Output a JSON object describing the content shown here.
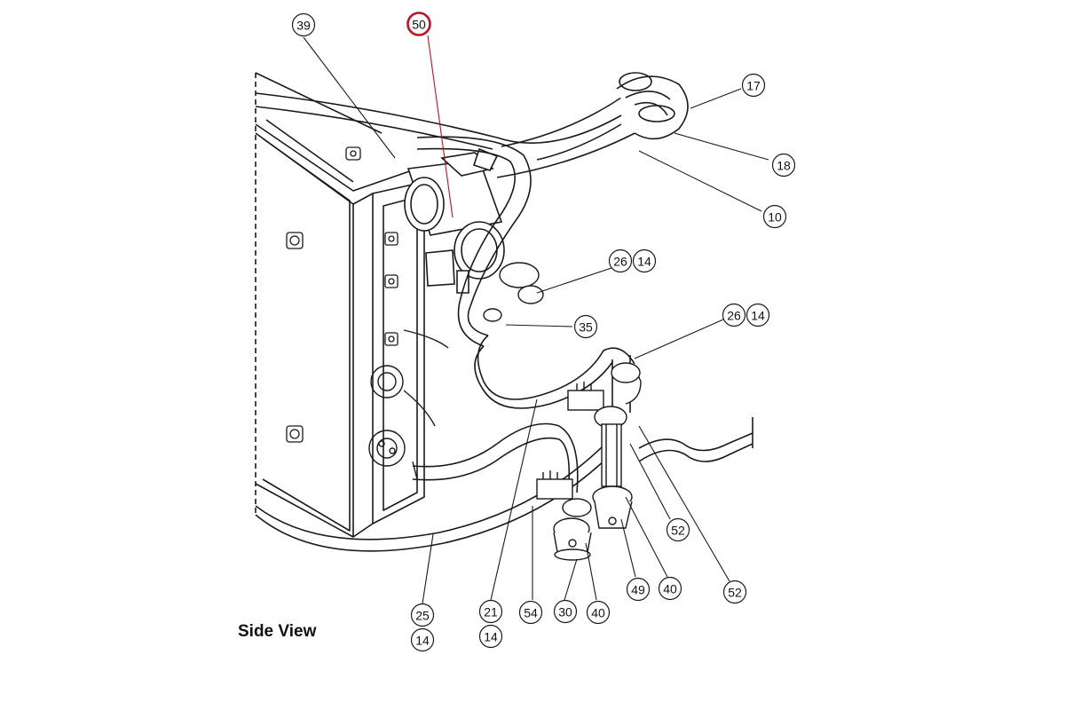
{
  "view_title": "Side View",
  "colors": {
    "line": "#1a1a1a",
    "callout_highlight": "#c0111f",
    "background": "#ffffff"
  },
  "callouts": [
    {
      "id": "c39",
      "label": "39",
      "highlighted": false
    },
    {
      "id": "c50",
      "label": "50",
      "highlighted": true
    },
    {
      "id": "c17",
      "label": "17",
      "highlighted": false
    },
    {
      "id": "c18",
      "label": "18",
      "highlighted": false
    },
    {
      "id": "c10",
      "label": "10",
      "highlighted": false
    },
    {
      "id": "c26a",
      "label": "26",
      "highlighted": false
    },
    {
      "id": "c14a",
      "label": "14",
      "highlighted": false
    },
    {
      "id": "c35",
      "label": "35",
      "highlighted": false
    },
    {
      "id": "c26b",
      "label": "26",
      "highlighted": false
    },
    {
      "id": "c14b",
      "label": "14",
      "highlighted": false
    },
    {
      "id": "c52a",
      "label": "52",
      "highlighted": false
    },
    {
      "id": "c52b",
      "label": "52",
      "highlighted": false
    },
    {
      "id": "c49",
      "label": "49",
      "highlighted": false
    },
    {
      "id": "c40a",
      "label": "40",
      "highlighted": false
    },
    {
      "id": "c40b",
      "label": "40",
      "highlighted": false
    },
    {
      "id": "c30",
      "label": "30",
      "highlighted": false
    },
    {
      "id": "c54",
      "label": "54",
      "highlighted": false
    },
    {
      "id": "c21",
      "label": "21",
      "highlighted": false
    },
    {
      "id": "c14c",
      "label": "14",
      "highlighted": false
    },
    {
      "id": "c25",
      "label": "25",
      "highlighted": false
    },
    {
      "id": "c14d",
      "label": "14",
      "highlighted": false
    }
  ]
}
